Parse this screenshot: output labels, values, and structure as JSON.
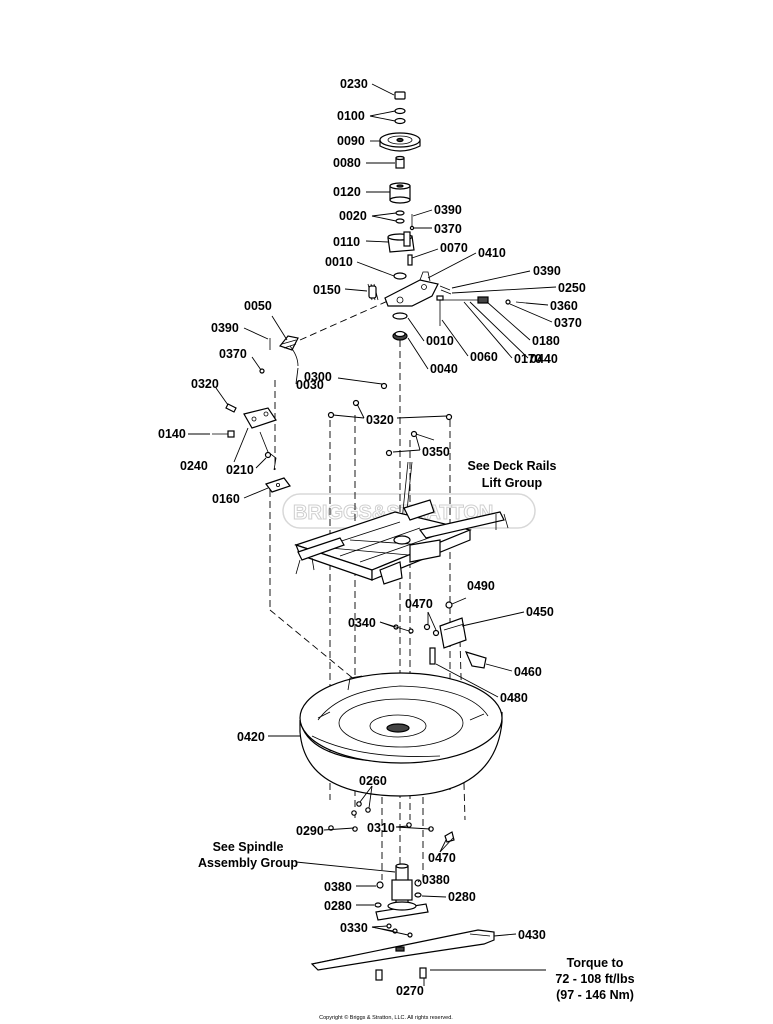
{
  "labels": [
    {
      "id": "0230",
      "text": "0230"
    },
    {
      "id": "0100",
      "text": "0100"
    },
    {
      "id": "0090",
      "text": "0090"
    },
    {
      "id": "0080",
      "text": "0080"
    },
    {
      "id": "0120",
      "text": "0120"
    },
    {
      "id": "0020",
      "text": "0020"
    },
    {
      "id": "0390a",
      "text": "0390"
    },
    {
      "id": "0370a",
      "text": "0370"
    },
    {
      "id": "0110",
      "text": "0110"
    },
    {
      "id": "0070",
      "text": "0070"
    },
    {
      "id": "0410",
      "text": "0410"
    },
    {
      "id": "0010a",
      "text": "0010"
    },
    {
      "id": "0390b",
      "text": "0390"
    },
    {
      "id": "0250",
      "text": "0250"
    },
    {
      "id": "0150",
      "text": "0150"
    },
    {
      "id": "0360",
      "text": "0360"
    },
    {
      "id": "0370b",
      "text": "0370"
    },
    {
      "id": "0180",
      "text": "0180"
    },
    {
      "id": "0440",
      "text": "0440"
    },
    {
      "id": "0050",
      "text": "0050"
    },
    {
      "id": "0390c",
      "text": "0390"
    },
    {
      "id": "0010b",
      "text": "0010"
    },
    {
      "id": "0060",
      "text": "0060"
    },
    {
      "id": "0170",
      "text": "0170"
    },
    {
      "id": "0370c",
      "text": "0370"
    },
    {
      "id": "0040",
      "text": "0040"
    },
    {
      "id": "0030",
      "text": "0030"
    },
    {
      "id": "0320a",
      "text": "0320"
    },
    {
      "id": "0300",
      "text": "0300"
    },
    {
      "id": "0320b",
      "text": "0320"
    },
    {
      "id": "0140",
      "text": "0140"
    },
    {
      "id": "0350",
      "text": "0350"
    },
    {
      "id": "0240",
      "text": "0240"
    },
    {
      "id": "0210",
      "text": "0210"
    },
    {
      "id": "0160",
      "text": "0160"
    },
    {
      "id": "0490",
      "text": "0490"
    },
    {
      "id": "0470a",
      "text": "0470"
    },
    {
      "id": "0450",
      "text": "0450"
    },
    {
      "id": "0340",
      "text": "0340"
    },
    {
      "id": "0460",
      "text": "0460"
    },
    {
      "id": "0480",
      "text": "0480"
    },
    {
      "id": "0420",
      "text": "0420"
    },
    {
      "id": "0260",
      "text": "0260"
    },
    {
      "id": "0290",
      "text": "0290"
    },
    {
      "id": "0310",
      "text": "0310"
    },
    {
      "id": "0470b",
      "text": "0470"
    },
    {
      "id": "0380a",
      "text": "0380"
    },
    {
      "id": "0380b",
      "text": "0380"
    },
    {
      "id": "0280a",
      "text": "0280"
    },
    {
      "id": "0280b",
      "text": "0280"
    },
    {
      "id": "0330",
      "text": "0330"
    },
    {
      "id": "0430",
      "text": "0430"
    },
    {
      "id": "0270",
      "text": "0270"
    }
  ],
  "notes": {
    "deck_rails_line1": "See Deck Rails",
    "deck_rails_line2": "Lift Group",
    "spindle_line1": "See Spindle",
    "spindle_line2": "Assembly Group",
    "torque_line1": "Torque to",
    "torque_line2": "72 - 108 ft/lbs",
    "torque_line3": "(97 - 146 Nm)"
  },
  "watermark": "BRIGGS&STRATTON",
  "copyright": "Copyright © Briggs & Stratton, LLC. All rights reserved."
}
